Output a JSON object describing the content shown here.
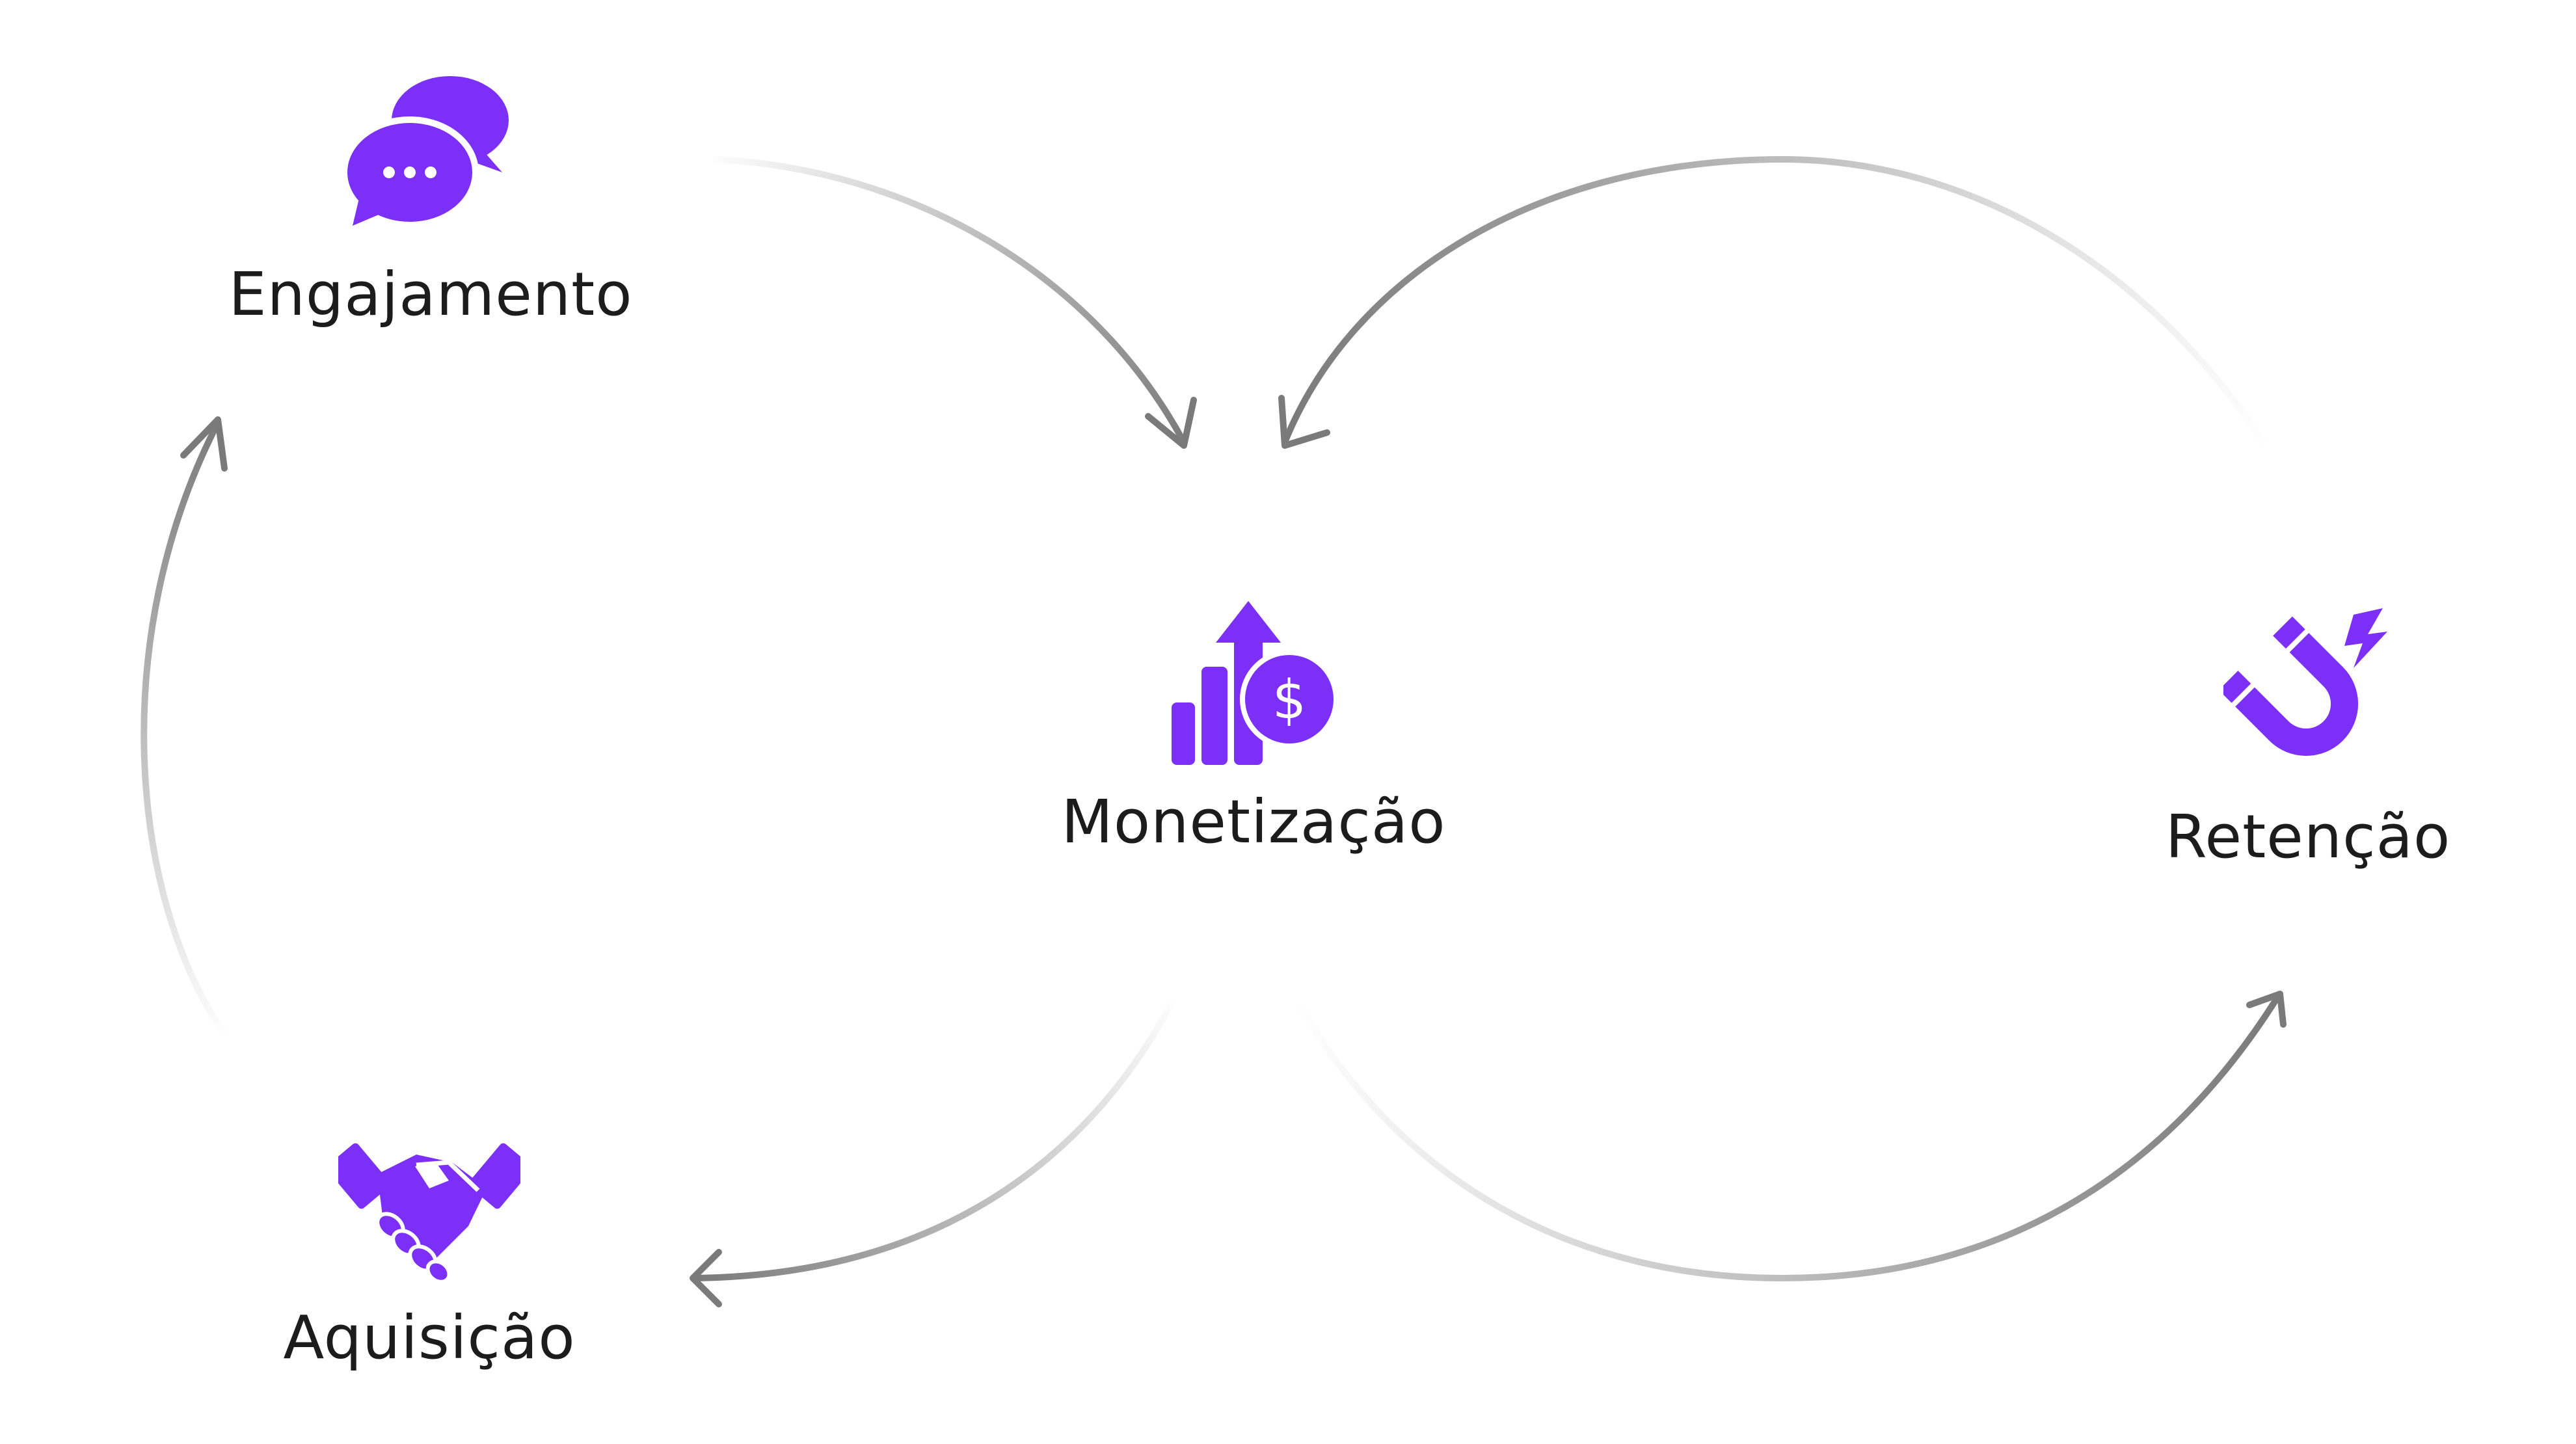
{
  "colors": {
    "icon": "#7b2ff7",
    "arrow": "#7a7a7a",
    "text": "#1c1c1c"
  },
  "nodes": {
    "engajamento": {
      "label": "Engajamento",
      "icon": "chat-bubbles-icon"
    },
    "monetizacao": {
      "label": "Monetização",
      "icon": "growth-chart-dollar-icon"
    },
    "retencao": {
      "label": "Retenção",
      "icon": "magnet-icon"
    },
    "aquisicao": {
      "label": "Aquisição",
      "icon": "handshake-icon"
    }
  },
  "flows": [
    {
      "from": "engajamento",
      "to": "monetizacao"
    },
    {
      "from": "retencao",
      "to": "monetizacao"
    },
    {
      "from": "monetizacao",
      "to": "aquisicao"
    },
    {
      "from": "aquisicao",
      "to": "engajamento"
    },
    {
      "from": "monetizacao",
      "to": "retencao"
    }
  ]
}
